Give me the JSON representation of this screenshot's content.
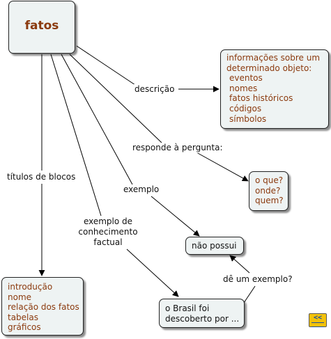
{
  "concepts": {
    "fatos": "fatos",
    "info_intro": [
      "informações sobre um",
      "determinado objeto:"
    ],
    "info_items": [
      "eventos",
      "nomes",
      "fatos históricos",
      "códigos",
      "símbolos"
    ],
    "questions": [
      "o que?",
      "onde?",
      "quem?"
    ],
    "nao_possui": "não possui",
    "brasil": [
      "o Brasil foi",
      "descoberto por ..."
    ],
    "blocos": [
      "introdução",
      "nome",
      "relação dos fatos",
      "tabelas",
      "gráficos"
    ]
  },
  "links": {
    "descricao": "descrição",
    "responde": "responde à pergunta:",
    "exemplo": "exemplo",
    "exemplo_conhecimento": [
      "exemplo de",
      "conhecimento",
      "factual"
    ],
    "titulos": "títulos de blocos",
    "de_um_exemplo": "dê um exemplo?"
  },
  "nav": {
    "back_label": "<<"
  },
  "colors": {
    "concept_text": "#8b3a0e",
    "concept_bg": "#eef3f3",
    "nav_bg": "#f3c20a"
  }
}
